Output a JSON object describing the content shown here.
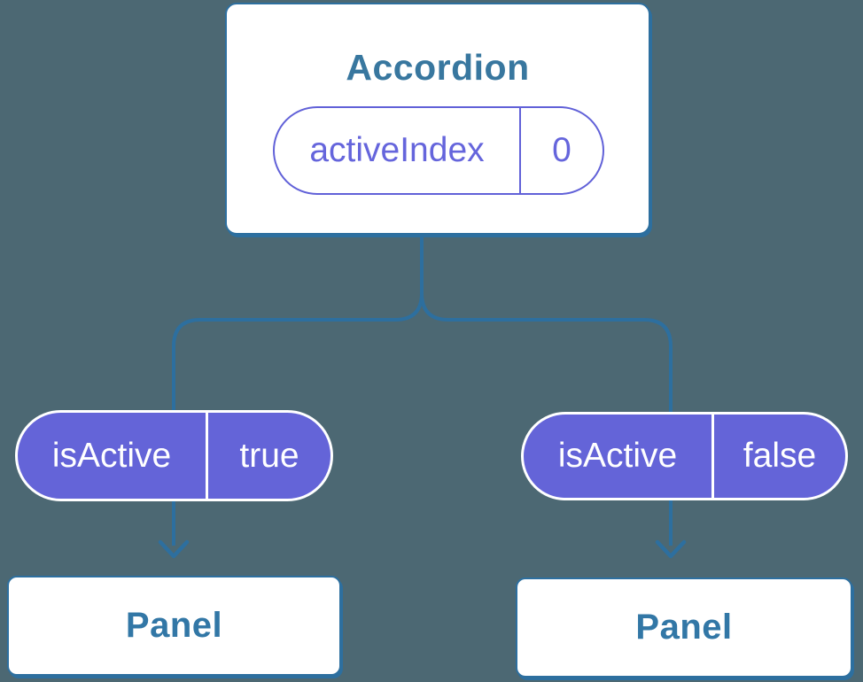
{
  "diagram": {
    "description": "Component tree diagram: Accordion parent holding state, passing props to two Panel children",
    "colors": {
      "background": "#4C6873",
      "connector_blue": "#2D6F9F",
      "card_border_blue": "#2D6F9F",
      "title_blue": "#38779F",
      "panel_text_blue": "#3277A6",
      "pill_purple_fill": "#6464D8",
      "pill_purple_outline": "#6161D8",
      "pill_purple_text": "#6565DC",
      "card_background": "#FFFFFF",
      "pill_text_white": "#FFFFFF"
    },
    "accordion": {
      "title": "Accordion",
      "state": {
        "name": "activeIndex",
        "value": "0"
      }
    },
    "children": [
      {
        "prop": {
          "name": "isActive",
          "value": "true"
        },
        "label": "Panel"
      },
      {
        "prop": {
          "name": "isActive",
          "value": "false"
        },
        "label": "Panel"
      }
    ]
  }
}
